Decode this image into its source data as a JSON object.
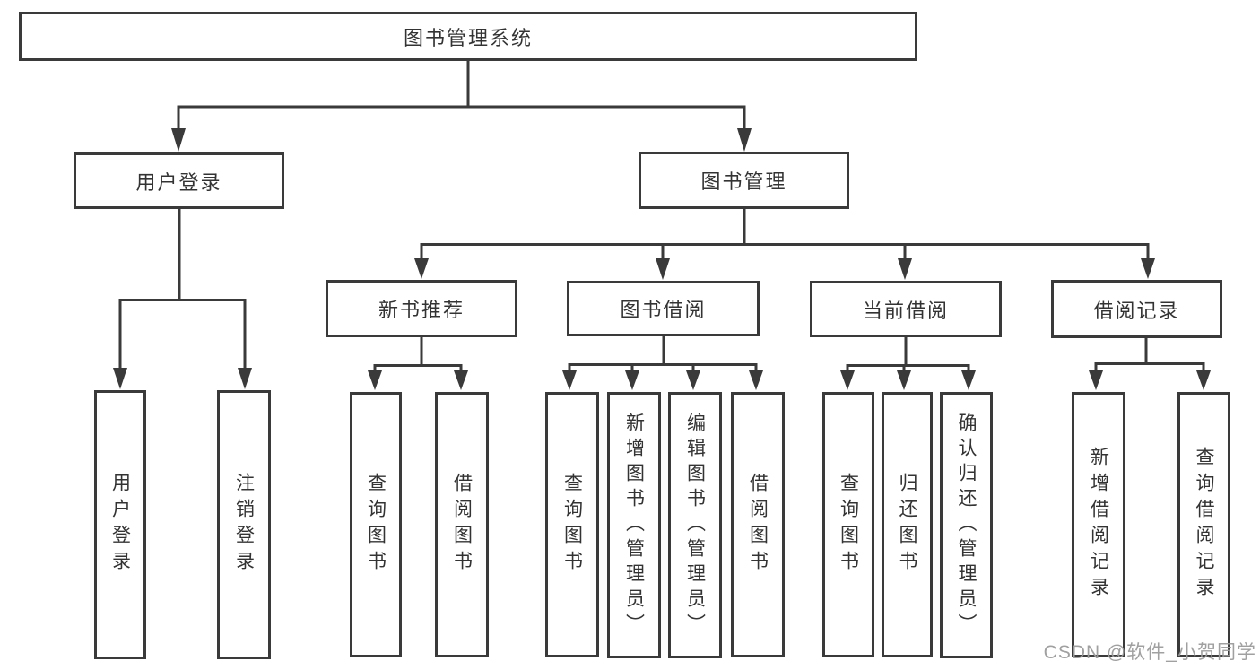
{
  "tree": {
    "root": "图书管理系统",
    "branches": [
      {
        "label": "用户登录",
        "children": [
          "用户登录",
          "注销登录"
        ]
      },
      {
        "label": "图书管理",
        "groups": [
          {
            "label": "新书推荐",
            "children": [
              "查询图书",
              "借阅图书"
            ]
          },
          {
            "label": "图书借阅",
            "children": [
              "查询图书",
              "新增图书（管理员）",
              "编辑图书（管理员）",
              "借阅图书"
            ]
          },
          {
            "label": "当前借阅",
            "children": [
              "查询图书",
              "归还图书",
              "确认归还（管理员）"
            ]
          },
          {
            "label": "借阅记录",
            "children": [
              "新增借阅记录",
              "查询借阅记录"
            ]
          }
        ]
      }
    ]
  },
  "watermark": "CSDN @软件_小贺同学",
  "colors": {
    "line": "#3a3a3a",
    "text": "#333333",
    "box_background": "#ffffff",
    "page_background": "#ffffff",
    "watermark": "#9b9b9b"
  }
}
